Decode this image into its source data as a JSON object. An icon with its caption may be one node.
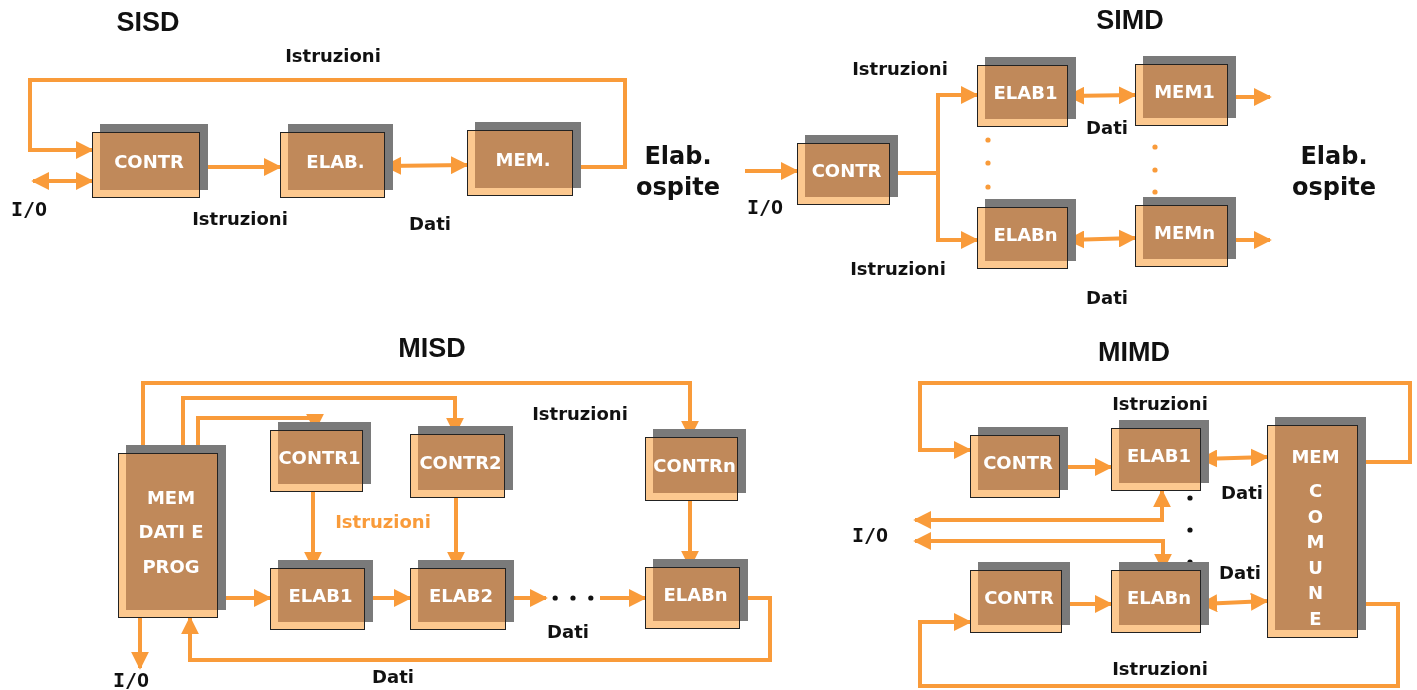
{
  "diagram": {
    "nodes": [
      {
        "text": [
          "CONTR"
        ]
      },
      {
        "text": [
          "ELAB."
        ]
      },
      {
        "text": [
          "MEM."
        ]
      },
      {
        "text": [
          "CONTR"
        ]
      },
      {
        "text": [
          "ELAB1"
        ]
      },
      {
        "text": [
          "MEM1"
        ]
      },
      {
        "text": [
          "ELABn"
        ]
      },
      {
        "text": [
          "MEMn"
        ]
      },
      {
        "text": [
          "MEM DATI E PROG"
        ]
      },
      {
        "text": [
          "CONTR1"
        ]
      },
      {
        "text": [
          "CONTR2"
        ]
      },
      {
        "text": [
          "CONTRn"
        ]
      },
      {
        "text": [
          "ELAB1"
        ]
      },
      {
        "text": [
          "ELAB2"
        ]
      },
      {
        "text": [
          "ELABn"
        ]
      },
      {
        "text": [
          "CONTR"
        ]
      },
      {
        "text": [
          "ELAB1"
        ]
      },
      {
        "text": [
          "MEM",
          "COMUNE"
        ]
      },
      {
        "text": [
          "CONTR"
        ]
      },
      {
        "text": [
          "ELABn"
        ]
      },
      {
        "text": [
          "I/O"
        ]
      },
      {
        "text": [
          "I/O"
        ]
      },
      {
        "text": [
          "I/O"
        ]
      },
      {
        "text": [
          "I/O"
        ]
      },
      {
        "text": [],
        "shape": "dots"
      }
    ],
    "edges": [
      {
        "from": 20,
        "to": 0,
        "arrow": "both"
      },
      {
        "from": 0,
        "to": 1,
        "arrow": "to",
        "label": "Istruzioni"
      },
      {
        "from": 1,
        "to": 2,
        "arrow": "both",
        "label": "Dati"
      },
      {
        "from": 2,
        "to": 0,
        "arrow": "to",
        "label": "Istruzioni"
      },
      {
        "from": 21,
        "to": 3,
        "arrow": "to"
      },
      {
        "from": 3,
        "to": 4,
        "arrow": "to",
        "label": "Istruzioni"
      },
      {
        "from": 3,
        "to": 6,
        "arrow": "to",
        "label": "Istruzioni"
      },
      {
        "from": 4,
        "to": 5,
        "arrow": "both",
        "label": "Dati"
      },
      {
        "from": 6,
        "to": 7,
        "arrow": "both",
        "label": "Dati"
      },
      {
        "from": 5,
        "to": null,
        "arrow": "to"
      },
      {
        "from": 7,
        "to": null,
        "arrow": "to"
      },
      {
        "from": 8,
        "to": 9,
        "arrow": "to"
      },
      {
        "from": 8,
        "to": 10,
        "arrow": "to"
      },
      {
        "from": 8,
        "to": 11,
        "arrow": "to",
        "label": "Istruzioni"
      },
      {
        "from": 9,
        "to": 12,
        "arrow": "to"
      },
      {
        "from": 10,
        "to": 13,
        "arrow": "to"
      },
      {
        "from": 11,
        "to": 14,
        "arrow": "to"
      },
      {
        "from": 8,
        "to": 12,
        "arrow": "to"
      },
      {
        "from": 12,
        "to": 13,
        "arrow": "to"
      },
      {
        "from": 13,
        "to": 24,
        "arrow": "to",
        "label": "Dati"
      },
      {
        "from": 14,
        "to": 8,
        "arrow": "to",
        "label": "Dati"
      },
      {
        "from": 8,
        "to": 22,
        "arrow": "to"
      },
      {
        "from": 17,
        "to": 15,
        "arrow": "to",
        "label": "Istruzioni"
      },
      {
        "from": 15,
        "to": 16,
        "arrow": "to"
      },
      {
        "from": 16,
        "to": 17,
        "arrow": "both",
        "label": "Dati"
      },
      {
        "from": 18,
        "to": 19,
        "arrow": "to"
      },
      {
        "from": 19,
        "to": 17,
        "arrow": "both",
        "label": "Dati"
      },
      {
        "from": 23,
        "to": 16,
        "arrow": "both"
      },
      {
        "from": 23,
        "to": 19,
        "arrow": "both"
      },
      {
        "from": 17,
        "to": 18,
        "arrow": "to",
        "label": "Istruzioni"
      },
      {
        "from": 24,
        "to": 14,
        "arrow": "to"
      }
    ],
    "labels": [
      "SISD",
      "Elab. ospite",
      "SIMD",
      "Elab. ospite",
      "MISD",
      "Istruzioni",
      "MIMD"
    ]
  }
}
